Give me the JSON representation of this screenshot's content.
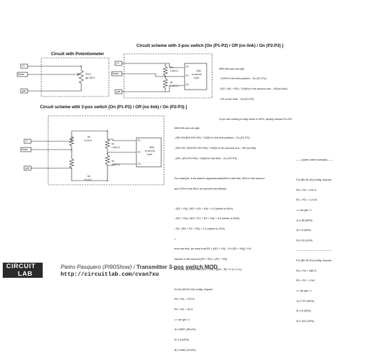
{
  "titles": {
    "pot": "Circuit with Potentiometer",
    "top": "Circuit scheme with 3-pos switch [On (P1-P2) / Off (no link) / On (P2-P3) ]",
    "bottom": "Circuit scheme with 3-pos switch [On (P1-P2) / Off (no link) / On (P2-P3) ]"
  },
  "pot_circuit": {
    "v_plus": "V+",
    "sense": "Sense",
    "gnd": "gnd",
    "pot_name": "POT1",
    "pot_value": "typ 10k Ω"
  },
  "top_circuit": {
    "v_plus": "V+",
    "sense": "Sense",
    "gnd": "gnd",
    "r1_name": "R1",
    "r1_value": "1:10K Ω",
    "r2_name": "R2",
    "r2_value": "1:10K Ω",
    "sw_name": "SW1",
    "sw_type": "on-off-(on)",
    "sw_pos": "3-pos",
    "p1": "P1",
    "p2": "P2",
    "p3": "P3",
    "notes": [
      "With this you can get:",
      "- 100% in the first position - On (P1-P2) ;",
      "- [R2 / (R1 + R2) * 100]% in the second one - Off (no link);",
      "- 0% in the third - On (P2-P3).",
      "",
      "If you are looking to stay close to 50%, simply choose R1=R2."
    ]
  },
  "bottom_circuit": {
    "v_plus": "V+",
    "sense": "Sense",
    "gnd": "gnd",
    "r3_name": "R3",
    "r3_value": "10:1k Ω",
    "r1_name": "R1",
    "r1_value": "1:10K Ω",
    "r2_name": "R2",
    "r2_value": "1:10K Ω",
    "r4_name": "R4",
    "r4_value": "10:1k Ω",
    "sw_name": "SW1",
    "sw_type": "on-off-(on)",
    "sw_pos": "3-pos",
    "p1": "P1",
    "p2": "P2",
    "p3": "P3",
    "notes": [
      "With this you can get:",
      "- [R2+R4/(R3+R2+R4) * 100]% in the first position - On (P1-P2) ;",
      "- [R2+R4 / (R3+R1+R2+R4) * 100]% in the second one - Off (no link);",
      "- [R4 / (R3+R1+R4) * 100]% in the third - On (P2-P3) .",
      "",
      "For example, if we want to approximately90% in the first, 50% in the second",
      "and 10% in the third, we proceed as follows:",
      "",
      "- (R2 + R4) / (R2 + R3 + R4) = 0.9 (which is 90%)",
      "- (R2 + R4) / (R3 + R1 + R2 + R4) = 0.5 (which is 50%)",
      "- R4 / (R3 + R1 + R4) = 0.1 (which is 10%)",
      "=",
      "from the first, we have that R3 = [(R2 + R4) - 0.9 (R2 + R4)] / 0.9;",
      "impose in the second (R2 + R4) = (R1 + R3);",
      "the third, we have that (R1 + R3) = [(R4 - R4 * 0.1) / 0.1];",
      "",
      "So for [90-50-10] config. impose:",
      "R3 = R4 = 270 Ω",
      "R1 = R2 = 2k Ω",
      "=> we get =>",
      "1) 0.8937 (89.4%)",
      "2) 0.5 (50%)",
      "3) 0.1063 (10.6%)"
    ],
    "side_notes": [
      "----- (some other example) -----",
      "",
      "For [85-50-15] config. impose:",
      "R3 = R4 = 470 Ω",
      "R1 = R2 = 2.2 kΩ",
      "=> we get =>",
      "1) 0.85 (85%)",
      "2) 0.5 (50%)",
      "3) 0.15 (15%)",
      "----------------------------------------",
      "For [80-50-20] config. impose:",
      "R3 = R4 = 680 Ω",
      "R1 = R2 = 2 kΩ",
      "=> we get =>",
      "1) 0.797 (80%)",
      "2) 0.5 (50%)",
      "3) 0.202 (20%)"
    ]
  },
  "footer": {
    "logo_line1": "CIRCUIT",
    "logo_line2": "LAB",
    "author": "Pietro Pasquero (Pi90Show)",
    "separator": " / ",
    "title": "Transmitter 3-pos switch MOD",
    "url": "http://circuitlab.com/cvan7xu",
    "brand_color": "#2b2b2b"
  }
}
